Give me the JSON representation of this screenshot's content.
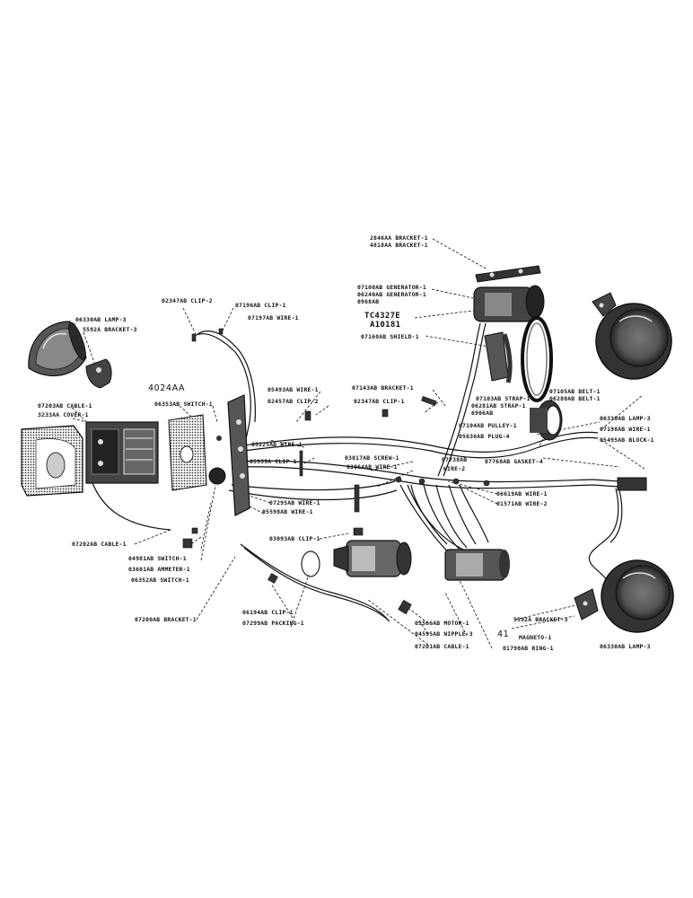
{
  "labels": {
    "bracket_2846": "2846AA BRACKET-1",
    "bracket_4818": "4818AA BRACKET-1",
    "generator_07100": "07100AB GENERATOR-1",
    "generator_06240": "06240AB GENERATOR-1",
    "gen_0968": "0968AB",
    "tc4327e": "TC4327E",
    "a10181": "A10181",
    "shield": "07160AB SHIELD-1",
    "clip_02347_top": "02347AB CLIP-2",
    "clip_07196": "07196AB CLIP-1",
    "wire_07197": "07197AB WIRE-1",
    "lamp_left": "06330AB LAMP-3",
    "bracket_5592_left": "5592A BRACKET-3",
    "hand_4024": "4024AA",
    "cable_07203": "07203AB CABLE-1",
    "cover_3233": "3233AA COVER-1",
    "switch_06353": "06353AB SWITCH-1",
    "wire_05493": "05493AB WIRE-1",
    "clip_02457": "02457AB CLIP-2",
    "bracket_07143": "07143AB BRACKET-1",
    "clip_02347_mid": "02347AB CLIP-1",
    "strap_07103": "07103AB STRAP-1",
    "strap_06281": "06281AB STRAP-1",
    "strap_6906": "6906AB",
    "belt_07105": "07105AB BELT-1",
    "belt_06280": "06280AB BELT-1",
    "lamp_right_top": "06330AB LAMP-3",
    "wire_07198": "07198AB WIRE-1",
    "block_05495": "05495AB BLOCK-1",
    "pulley_07104": "07104AB PULLEY-1",
    "plug_05636": "05636AB PLUG-4",
    "wire_05225": "05225AB WIRE-1",
    "clip_05939": "05939A CLIP-1",
    "screw_03017": "03017AB SCREW-1",
    "wire_03064": "03064AB WIRE-1",
    "gasket_07738": "07738AB",
    "wire2_label": "WIRE-2",
    "gasket_07768": "07768AB GASKET-4",
    "wire_07295": "07295AB WIRE-1",
    "wire_05598": "05598AB WIRE-1",
    "wire_06619": "06619AB WIRE-1",
    "wire_01571": "01571AB WIRE-2",
    "cable_07202": "07202AB CABLE-1",
    "switch_04981": "04981AB SWITCH-1",
    "ammeter_03601": "03601AB AMMETER-1",
    "switch_06352": "06352AB SWITCH-1",
    "clip_03093": "03093AB CLIP-1",
    "bracket_07200": "07200AB BRACKET-1",
    "clip_06194": "06194AB CLIP-1",
    "packing_07299": "07299AB PACKING-1",
    "motor_05566": "05566AB MOTOR-1",
    "nipple_04595": "04595AB NIPPLE-3",
    "cable_07201": "07201AB CABLE-1",
    "hand_41": "41",
    "magneto": "MAGNETO-1",
    "ring_01798": "01798AB RING-1",
    "bracket_5592_right": "5592A BRACKET-3",
    "lamp_right_bottom": "06330AB LAMP-3"
  }
}
